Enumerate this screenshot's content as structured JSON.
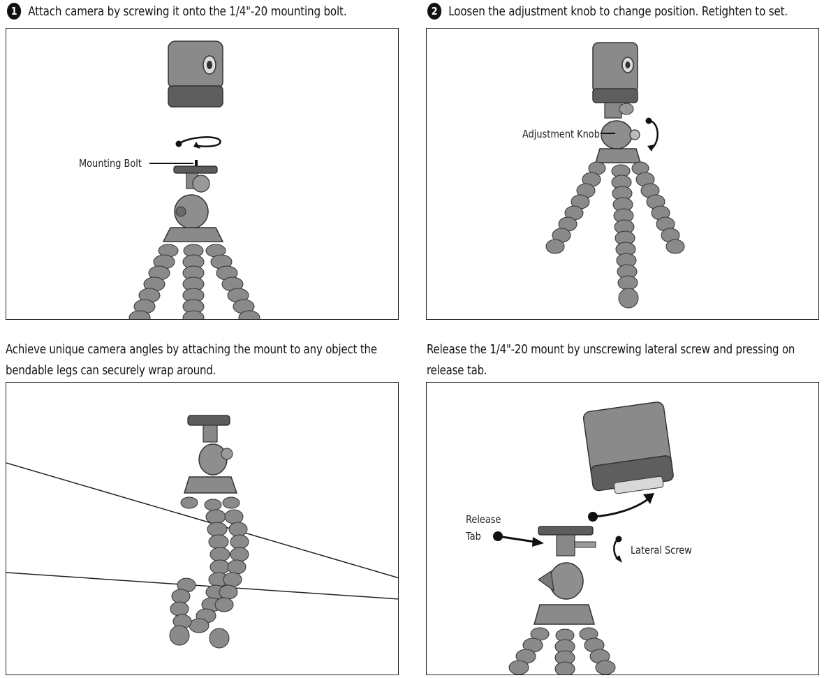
{
  "steps": [
    {
      "number": "1",
      "caption": "Attach camera by screwing it onto the 1/4\"-20 mounting bolt.",
      "labels": {
        "mounting_bolt": "Mounting Bolt"
      }
    },
    {
      "number": "2",
      "caption": "Loosen the adjustment knob to change position. Retighten to set.",
      "labels": {
        "adjustment_knob": "Adjustment Knob"
      }
    },
    {
      "caption_line1": "Achieve unique camera angles by attaching the mount to any object the",
      "caption_line2": "bendable legs can securely wrap around."
    },
    {
      "caption_line1": "Release the  1/4\"-20 mount by unscrewing lateral screw and pressing on",
      "caption_line2": "release tab.",
      "labels": {
        "release": "Release",
        "tab": "Tab",
        "lateral_screw": "Lateral Screw"
      }
    }
  ],
  "colors": {
    "ink": "#111111",
    "panel_border": "#222222",
    "device_gray": "#7c7c7c"
  },
  "icons": [
    "step-number-1-icon",
    "step-number-2-icon",
    "rotation-arrow-icon",
    "leader-line-icon"
  ]
}
